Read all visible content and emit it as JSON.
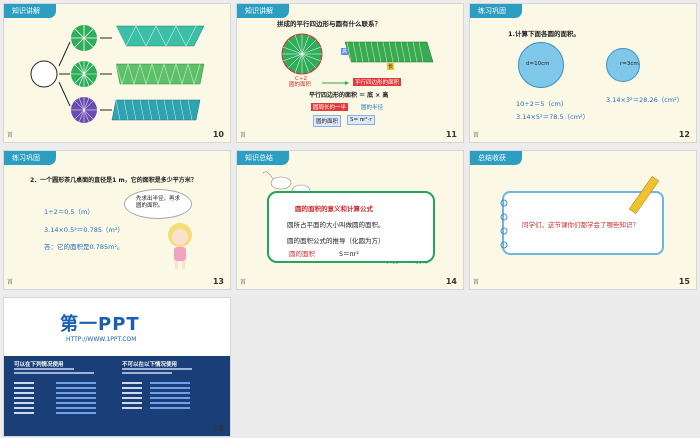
{
  "slides": [
    {
      "number": "10",
      "header": "知识讲解",
      "footer": "首"
    },
    {
      "number": "11",
      "header": "知识讲解",
      "footer": "首",
      "question": "拼成的平行四边形与圆有什么联系？",
      "c_half": "C÷2",
      "label_long": "长",
      "label_wide": "高",
      "circle_area": "圆的面积",
      "arrow_text": "平行四边形的面积",
      "formula_row": "平行四边形的面积 ＝ 底 × 高",
      "half_c": "圆周长的一半",
      "radius": "圆的半径",
      "final_label": "圆的面积",
      "final_formula": "S= πr²·r"
    },
    {
      "number": "12",
      "header": "练习巩固",
      "footer": "首",
      "title": "1.计算下面各圆的面积。",
      "d_label": "d=10cm",
      "r_label": "r=3cm",
      "calc1": "10÷2＝5（cm）",
      "calc2": "3.14×5²＝78.5（cm²）",
      "calc3": "3.14×3²＝28.26（cm²）"
    },
    {
      "number": "13",
      "header": "练习巩固",
      "footer": "首",
      "question": "2．一个圆形茶几桌面的直径是1 m，它的面积是多少平方米？",
      "calc1": "1÷2＝0.5（m）",
      "calc2": "3.14×0.5²＝0.785（m²）",
      "answer": "答：它的面积是0.785m²。",
      "bubble": "先求出半径，再求圆的面积。"
    },
    {
      "number": "14",
      "header": "知识总结",
      "footer": "首",
      "line1": "圆的面积的意义和计算公式",
      "line2": "圆所占平面的大小叫做圆的面积。",
      "line3": "圆的面积公式的推导（化圆为方）",
      "line4_label": "圆的面积",
      "line4_formula": "S＝πr²"
    },
    {
      "number": "15",
      "header": "总结收获",
      "footer": "首",
      "prompt": "同学们，这节课你们都学会了哪些知识？"
    },
    {
      "number": "16",
      "logo": "第一PPT",
      "url": "HTTP://WWW.1PPT.COM",
      "can_title": "可以在下列情况使用",
      "cannot_title": "不可以在以下情况使用"
    }
  ],
  "colors": {
    "header": "#2c9ec2",
    "slide_bg": "#fbf9e6",
    "frame": "#27a35a",
    "ppt_blue": "#1a3e78"
  }
}
